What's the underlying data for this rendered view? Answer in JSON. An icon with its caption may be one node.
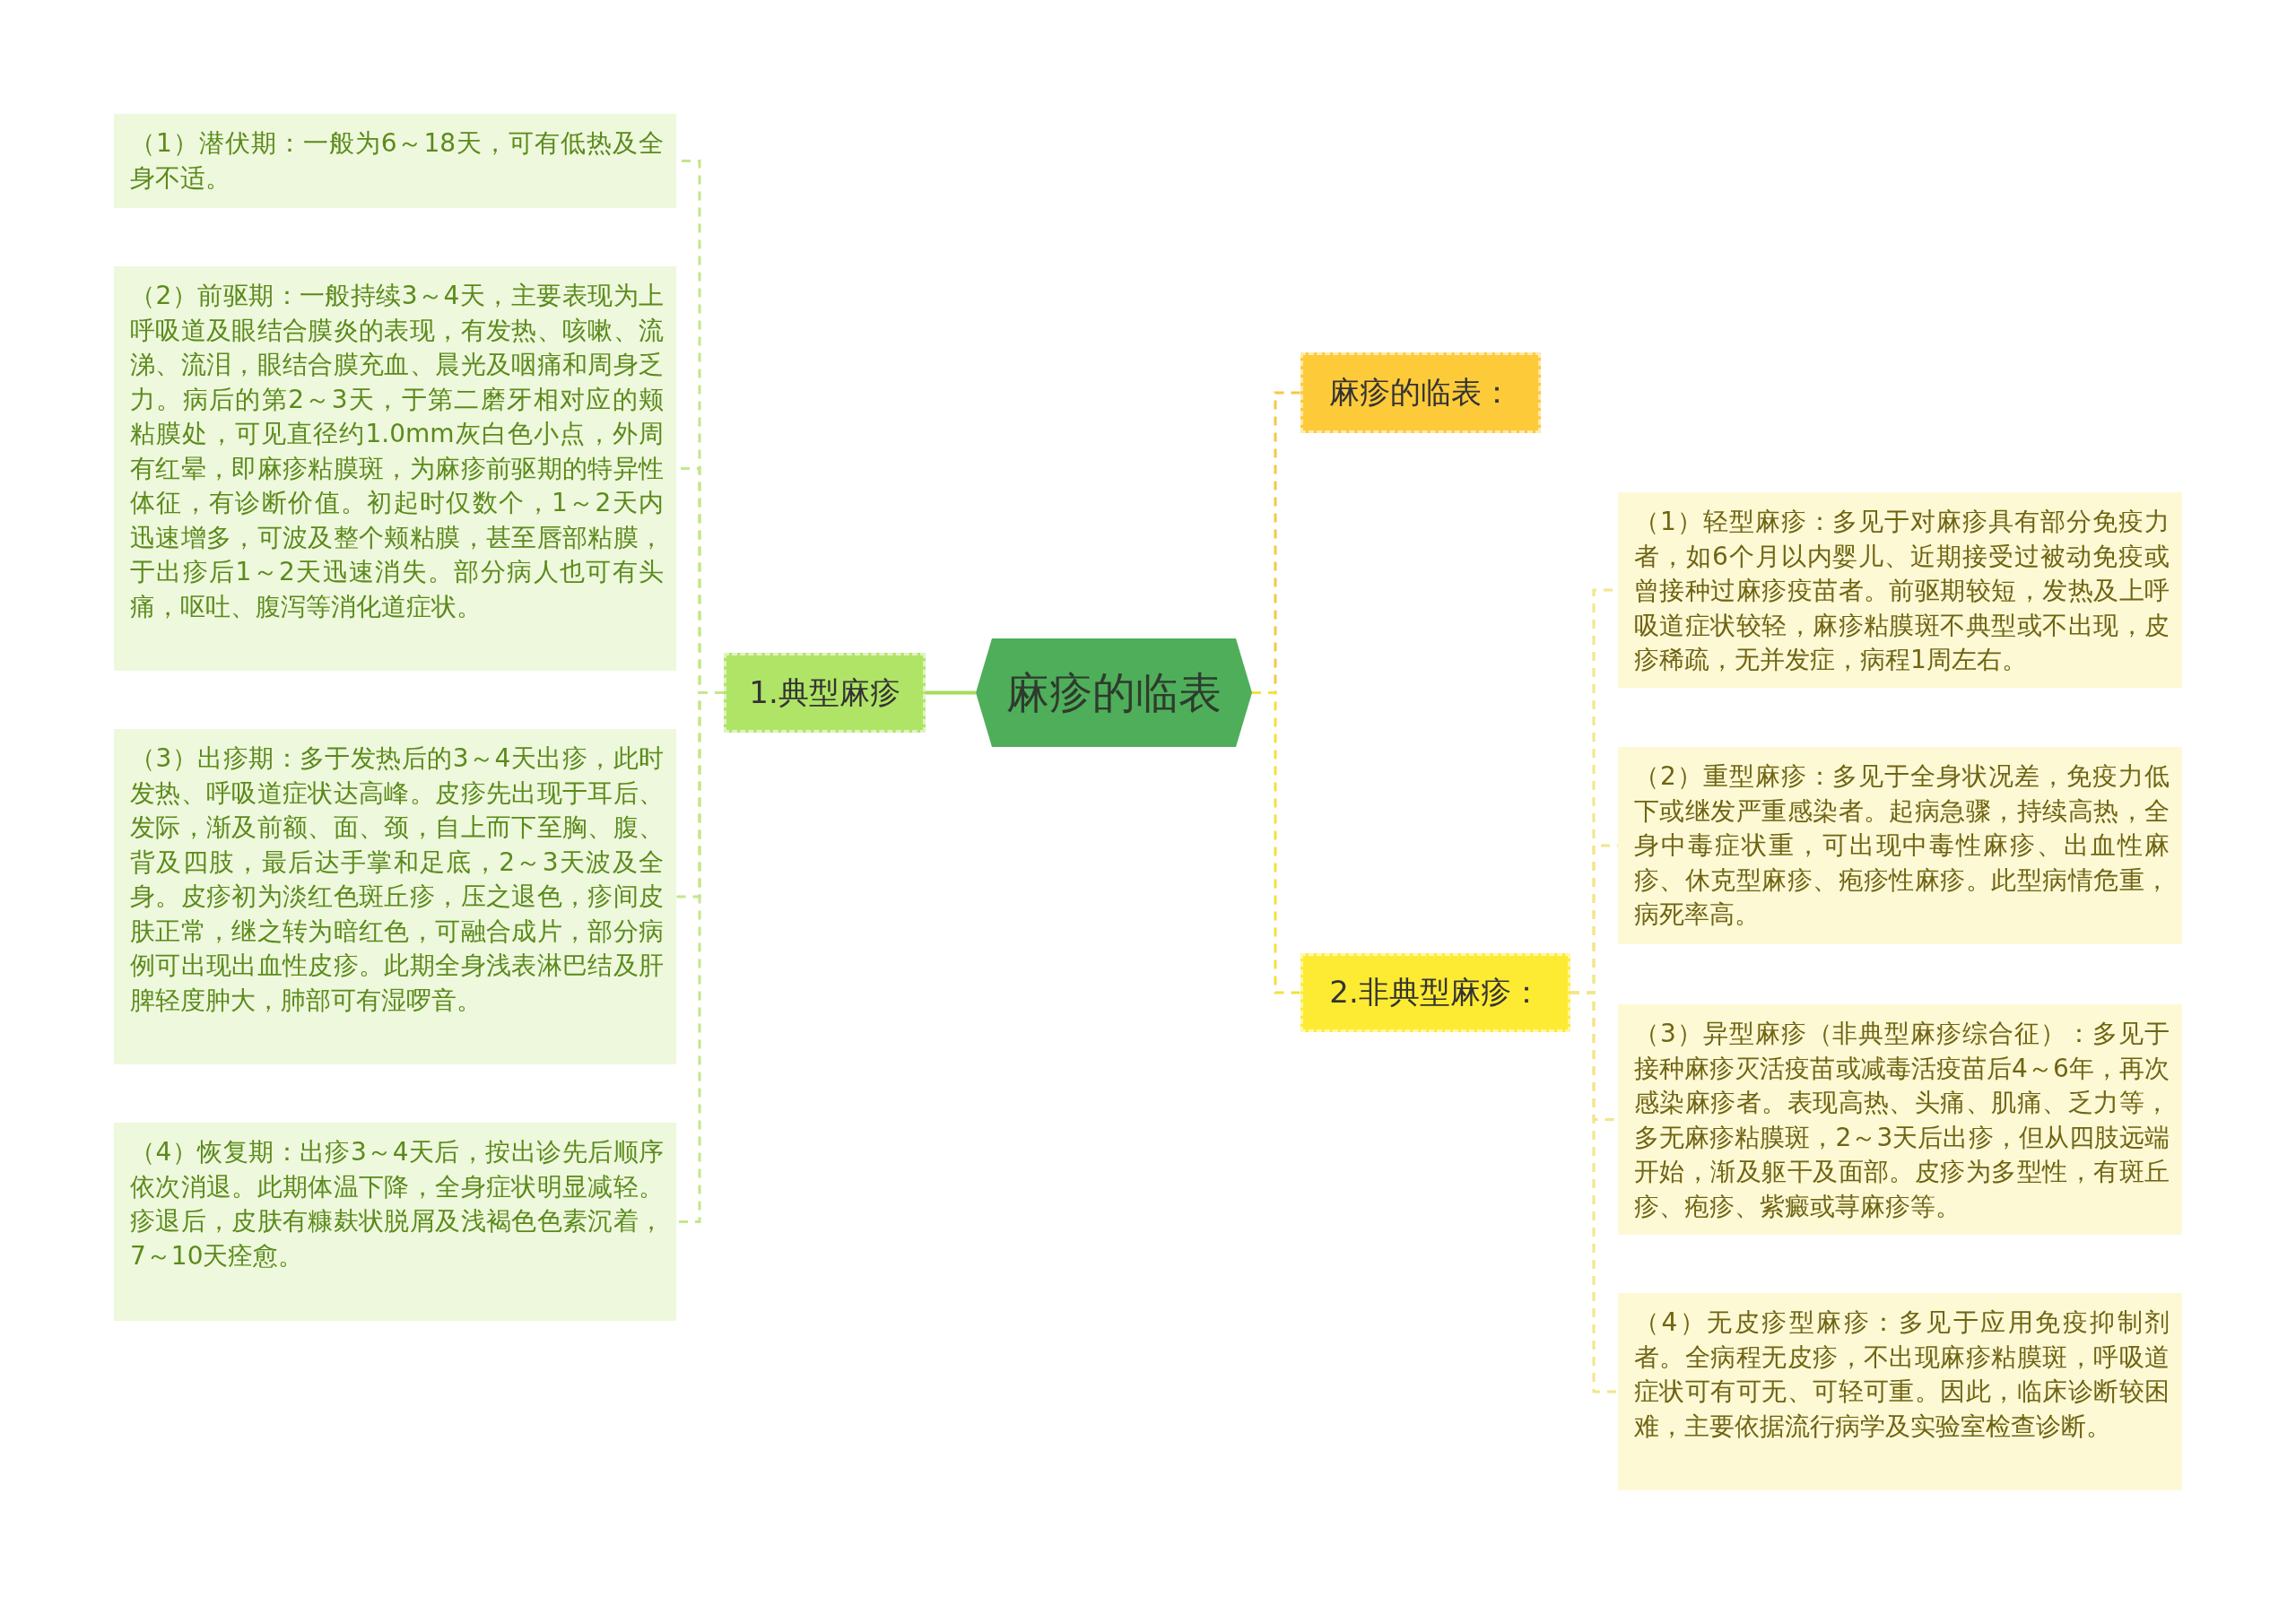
{
  "diagram": {
    "nodes": [
      {
        "text": [
          "麻疹的临表"
        ]
      },
      {
        "text": [
          "1.典型麻疹"
        ]
      },
      {
        "text": [
          "（1）潜伏期：一般为6～18天，可有低热及全身不适。"
        ]
      },
      {
        "text": [
          "（2）前驱期：一般持续3～4天，主要表现为上呼吸道及眼结合膜炎的表现，有发热、咳嗽、流涕、流泪，眼结合膜充血、晨光及咽痛和周身乏力。病后的第2～3天，于第二磨牙相对应的颊粘膜处，可见直径约1.0mm灰白色小点，外周有红晕，即麻疹粘膜斑，为麻疹前驱期的特异性体征，有诊断价值。初起时仅数个，1～2天内迅速增多，可波及整个颊粘膜，甚至唇部粘膜，于出疹后1～2天迅速消失。部分病人也可有头痛，呕吐、腹泻等消化道症状。"
        ]
      },
      {
        "text": [
          "（3）出疹期：多于发热后的3～4天出疹，此时发热、呼吸道症状达高峰。皮疹先出现于耳后、发际，渐及前额、面、颈，自上而下至胸、腹、背及四肢，最后达手掌和足底，2～3天波及全身。皮疹初为淡红色斑丘疹，压之退色，疹间皮肤正常，继之转为暗红色，可融合成片，部分病例可出现出血性皮疹。此期全身浅表淋巴结及肝脾轻度肿大，肺部可有湿啰音。"
        ]
      },
      {
        "text": [
          "（4）恢复期：出疹3～4天后，按出诊先后顺序依次消退。此期体温下降，全身症状明显减轻。疹退后，皮肤有糠麸状脱屑及浅褐色色素沉着，7～10天痊愈。"
        ]
      },
      {
        "text": [
          "麻疹的临表："
        ]
      },
      {
        "text": [
          "2.非典型麻疹："
        ]
      },
      {
        "text": [
          "（1）轻型麻疹：多见于对麻疹具有部分免疫力者，如6个月以内婴儿、近期接受过被动免疫或曾接种过麻疹疫苗者。前驱期较短，发热及上呼吸道症状较轻，麻疹粘膜斑不典型或不出现，皮疹稀疏，无并发症，病程1周左右。"
        ]
      },
      {
        "text": [
          "（2）重型麻疹：多见于全身状况差，免疫力低下或继发严重感染者。起病急骤，持续高热，全身中毒症状重，可出现中毒性麻疹、出血性麻疹、休克型麻疹、疱疹性麻疹。此型病情危重，病死率高。"
        ]
      },
      {
        "text": [
          "（3）异型麻疹（非典型麻疹综合征）：多见于接种麻疹灭活疫苗或减毒活疫苗后4～6年，再次感染麻疹者。表现高热、头痛、肌痛、乏力等，多无麻疹粘膜斑，2～3天后出疹，但从四肢远端开始，渐及躯干及面部。皮疹为多型性，有斑丘疹、疱疹、紫癜或荨麻疹等。"
        ]
      },
      {
        "text": [
          "（4）无皮疹型麻疹：多见于应用免疫抑制剂者。全病程无皮疹，不出现麻疹粘膜斑，呼吸道症状可有可无、可轻可重。因此，临床诊断较困难，主要依据流行病学及实验室检查诊断。"
        ]
      }
    ],
    "edges": [
      {
        "from": 0,
        "to": 1,
        "arrow": "none",
        "color": "#a6dc5a"
      },
      {
        "from": 1,
        "to": 2,
        "arrow": "none",
        "style": "dashed",
        "color": "#c4e68c"
      },
      {
        "from": 1,
        "to": 3,
        "arrow": "none",
        "style": "dashed",
        "color": "#c4e68c"
      },
      {
        "from": 1,
        "to": 4,
        "arrow": "none",
        "style": "dashed",
        "color": "#c4e68c"
      },
      {
        "from": 1,
        "to": 5,
        "arrow": "none",
        "style": "dashed",
        "color": "#c4e68c"
      },
      {
        "from": 0,
        "to": 6,
        "arrow": "none",
        "style": "dashed",
        "color": "#f5c842"
      },
      {
        "from": 0,
        "to": 7,
        "arrow": "none",
        "style": "dashed",
        "color": "#f5e03a"
      },
      {
        "from": 7,
        "to": 8,
        "arrow": "none",
        "style": "dashed",
        "color": "#f2e68a"
      },
      {
        "from": 7,
        "to": 9,
        "arrow": "none",
        "style": "dashed",
        "color": "#f2e68a"
      },
      {
        "from": 7,
        "to": 10,
        "arrow": "none",
        "style": "dashed",
        "color": "#f2e68a"
      },
      {
        "from": 7,
        "to": 11,
        "arrow": "none",
        "style": "dashed",
        "color": "#f2e68a"
      }
    ]
  }
}
